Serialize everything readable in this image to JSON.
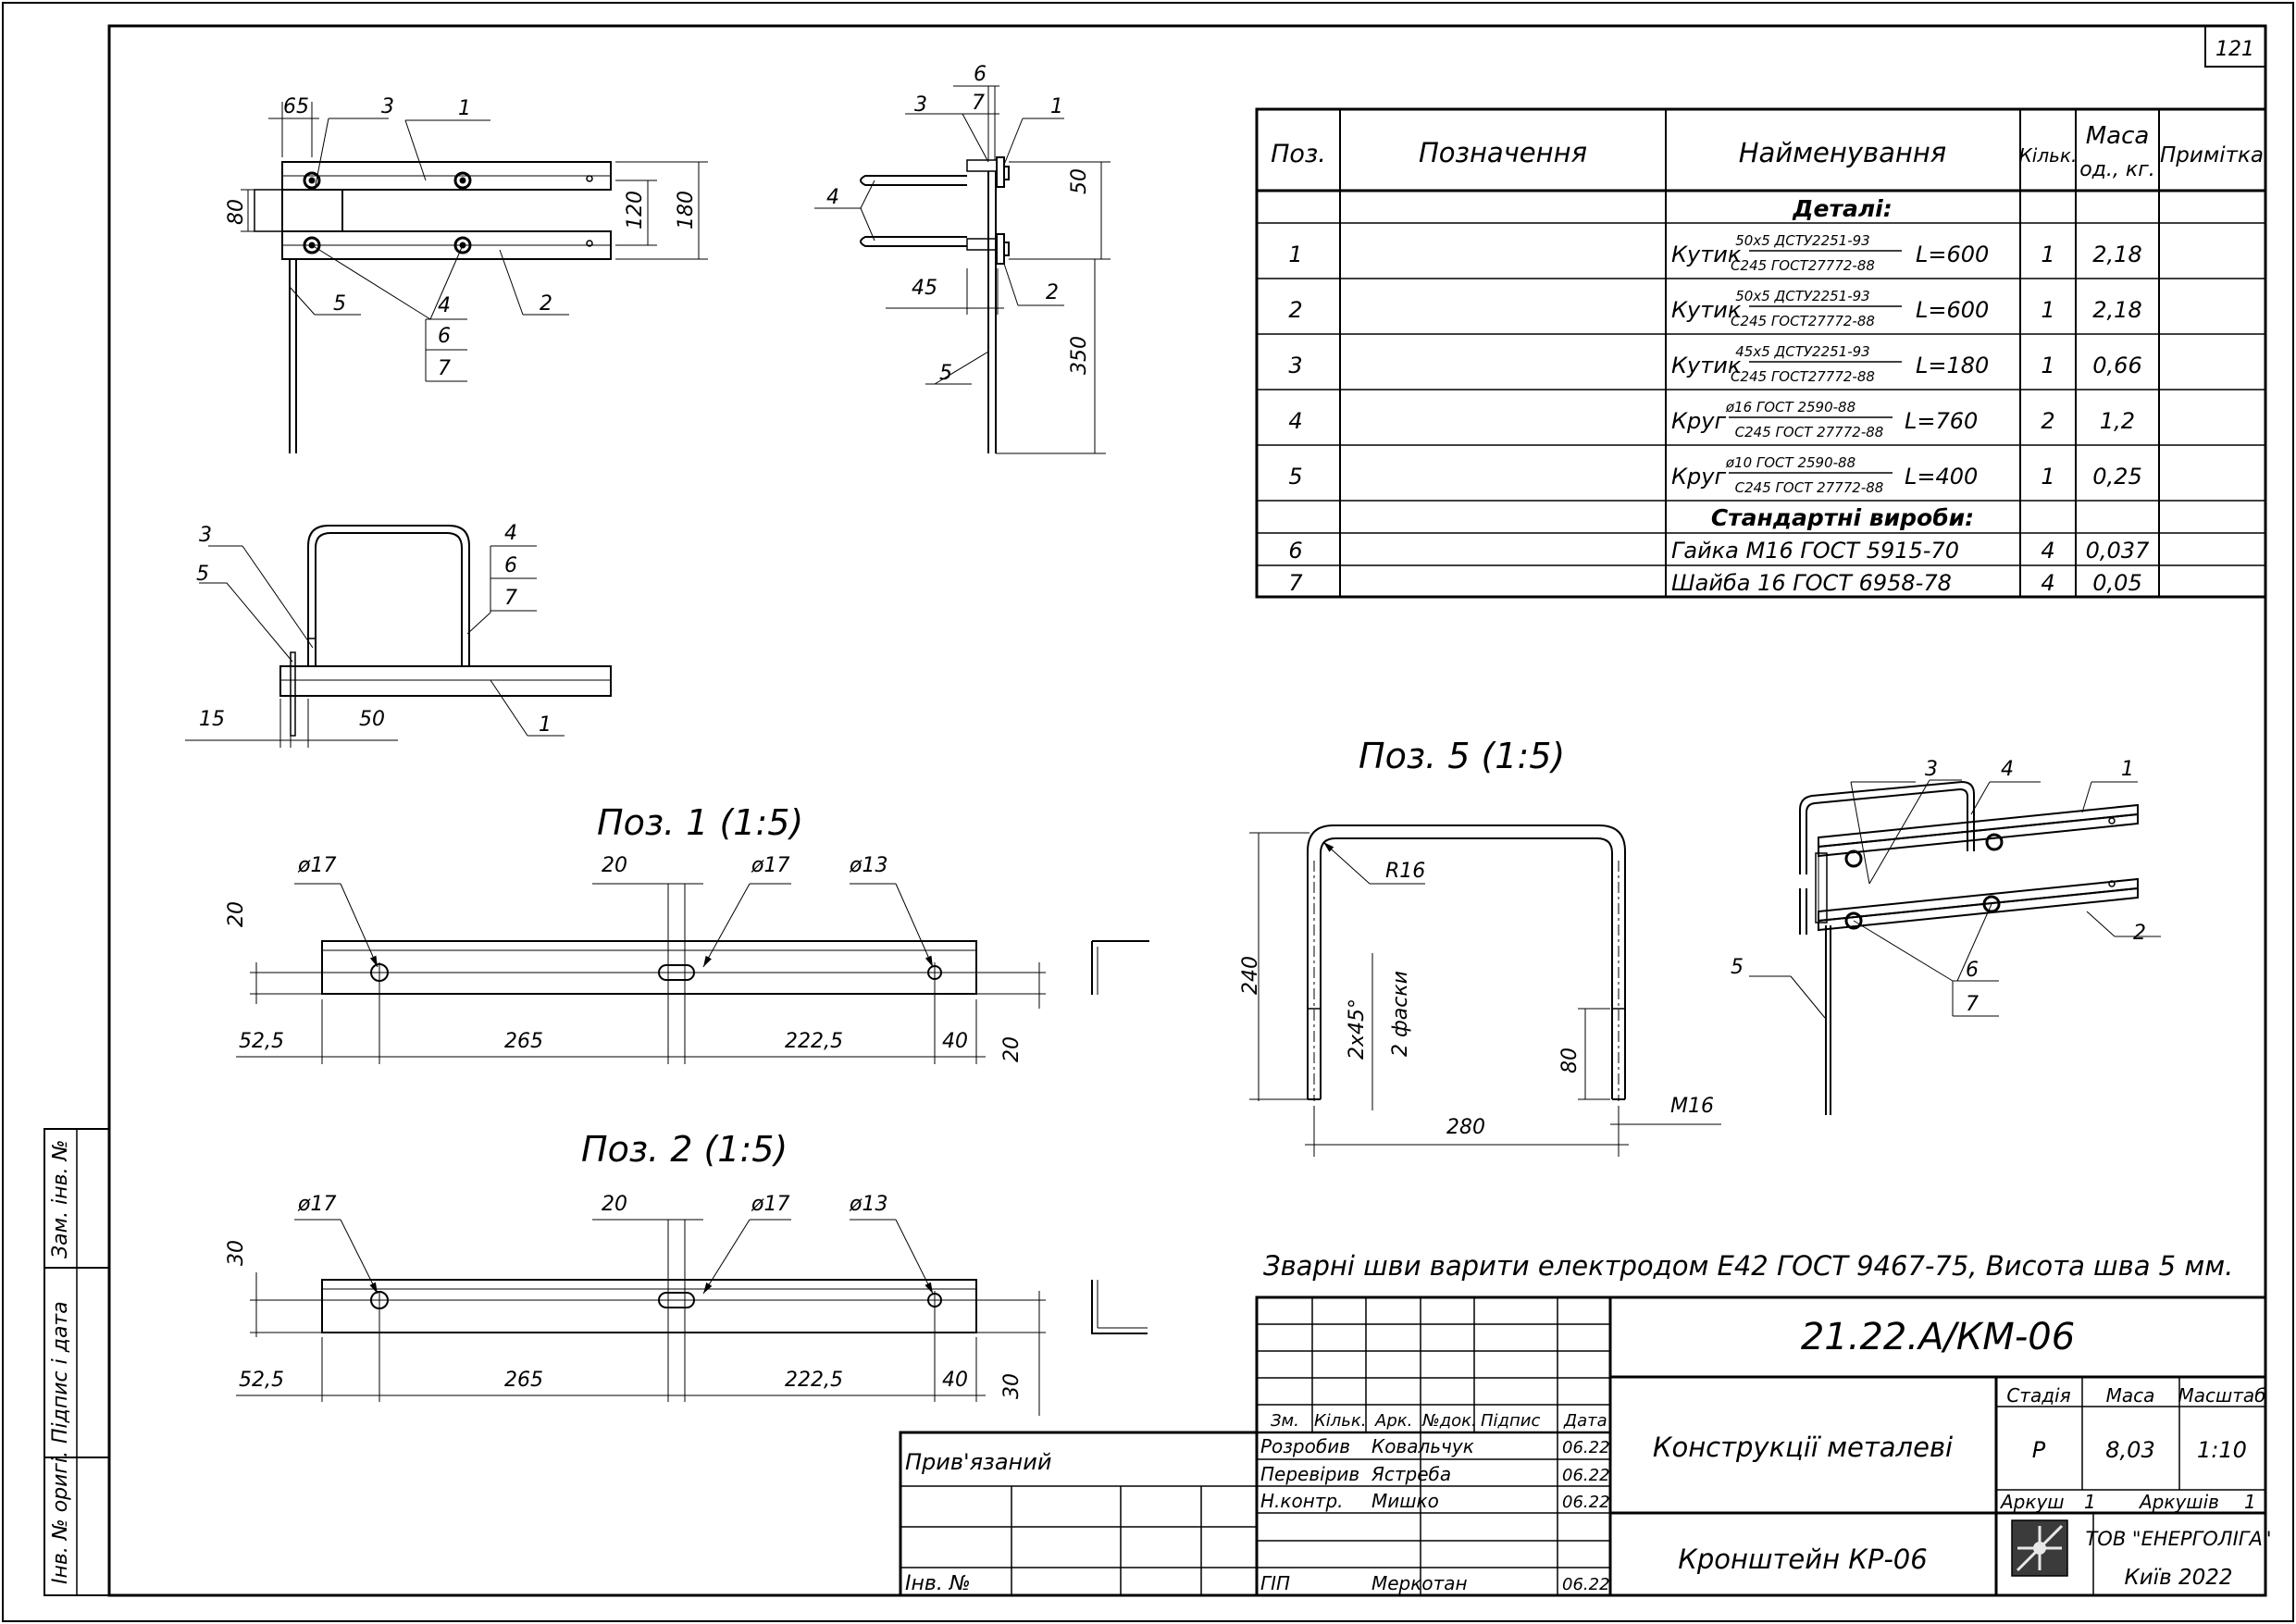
{
  "sheet_number": "121",
  "spec_table": {
    "headers": {
      "pos": "Поз.",
      "designation": "Позначення",
      "name": "Найменування",
      "qty": "Кільк.",
      "mass_l1": "Маса",
      "mass_l2": "од., кг.",
      "note": "Примітка"
    },
    "section_details": "Деталі:",
    "section_standard": "Стандартні вироби:",
    "rows": [
      {
        "pos": "1",
        "name": "Кутик",
        "frac_top": "50х5 ДСТУ2251-93",
        "frac_bot": "С245 ГОСТ27772-88",
        "len": "L=600",
        "qty": "1",
        "mass": "2,18"
      },
      {
        "pos": "2",
        "name": "Кутик",
        "frac_top": "50х5 ДСТУ2251-93",
        "frac_bot": "С245 ГОСТ27772-88",
        "len": "L=600",
        "qty": "1",
        "mass": "2,18"
      },
      {
        "pos": "3",
        "name": "Кутик",
        "frac_top": "45х5 ДСТУ2251-93",
        "frac_bot": "С245 ГОСТ27772-88",
        "len": "L=180",
        "qty": "1",
        "mass": "0,66"
      },
      {
        "pos": "4",
        "name": "Круг",
        "frac_top": "ø16 ГОСТ 2590-88",
        "frac_bot": "С245 ГОСТ 27772-88",
        "len": "L=760",
        "qty": "2",
        "mass": "1,2"
      },
      {
        "pos": "5",
        "name": "Круг",
        "frac_top": "ø10 ГОСТ 2590-88",
        "frac_bot": "С245 ГОСТ 27772-88",
        "len": "L=400",
        "qty": "1",
        "mass": "0,25"
      }
    ],
    "std_rows": [
      {
        "pos": "6",
        "name": "Гайка М16 ГОСТ 5915-70",
        "qty": "4",
        "mass": "0,037"
      },
      {
        "pos": "7",
        "name": "Шайба 16 ГОСТ 6958-78",
        "qty": "4",
        "mass": "0,05"
      }
    ]
  },
  "views": {
    "top": {
      "d65": "65",
      "d80": "80",
      "d120": "120",
      "d180": "180",
      "c1": "1",
      "c2": "2",
      "c3": "3",
      "c4": "4",
      "c5": "5",
      "c6": "6",
      "c7": "7"
    },
    "side": {
      "c1": "1",
      "c2": "2",
      "c3": "3",
      "c4": "4",
      "c5": "5",
      "c6": "6",
      "c7": "7",
      "d50": "50",
      "d45": "45",
      "d350": "350"
    },
    "front": {
      "c1": "1",
      "c3": "3",
      "c4": "4",
      "c5": "5",
      "c6": "6",
      "c7": "7",
      "d15": "15",
      "d50": "50"
    },
    "pos1": {
      "title": "Поз. 1 (1:5)",
      "h1": "ø17",
      "h2": "ø17",
      "h3": "ø13",
      "d20a": "20",
      "d20b": "20",
      "d20c": "20",
      "d52": "52,5",
      "d265": "265",
      "d222": "222,5",
      "d40": "40"
    },
    "pos2": {
      "title": "Поз. 2 (1:5)",
      "h1": "ø17",
      "h2": "ø17",
      "h3": "ø13",
      "d20": "20",
      "d30a": "30",
      "d30b": "30",
      "d52": "52,5",
      "d265": "265",
      "d222": "222,5",
      "d40": "40"
    },
    "pos5": {
      "title": "Поз. 5 (1:5)",
      "r16": "R16",
      "d240": "240",
      "d280": "280",
      "d80": "80",
      "m16": "М16",
      "chamfer_a": "2х45°",
      "chamfer_b": "2 фаски"
    },
    "iso": {
      "c1": "1",
      "c2": "2",
      "c3": "3",
      "c4": "4",
      "c5": "5",
      "c6": "6",
      "c7": "7"
    }
  },
  "note": "Зварні шви варити електродом Е42 ГОСТ 9467-75, Висота шва 5 мм.",
  "side_stamp": [
    "Інв. № оригі.",
    "Підпис і дата",
    "Зам. інв. №"
  ],
  "title_block": {
    "code": "21.22.А/КМ-06",
    "project": "Конструкції металеві",
    "item": "Кронштейн КР-06",
    "header": {
      "zm": "Зм.",
      "kilk": "Кільк.",
      "ark": "Арк.",
      "ndok": "№док.",
      "pidpys": "Підпис",
      "data": "Дата"
    },
    "people": [
      {
        "role": "Розробив",
        "name": "Ковальчук",
        "date": "06.22"
      },
      {
        "role": "Перевірив",
        "name": "Ястреба",
        "date": "06.22"
      },
      {
        "role": "Н.контр.",
        "name": "Мишко",
        "date": "06.22"
      },
      {
        "role": "ГІП",
        "name": "Меркотан",
        "date": "06.22"
      }
    ],
    "stage_label": "Стадія",
    "mass_label": "Маса",
    "scale_label": "Масштаб",
    "stage": "Р",
    "mass": "8,03",
    "scale": "1:10",
    "sheet_label": "Аркуш",
    "sheet": "1",
    "sheets_label": "Аркушів",
    "sheets": "1",
    "org": "ТОВ \"ЕНЕРГОЛІГА\"",
    "city": "Київ 2022",
    "privyazanyi": "Прив'язаний",
    "inv": "Інв. №"
  }
}
